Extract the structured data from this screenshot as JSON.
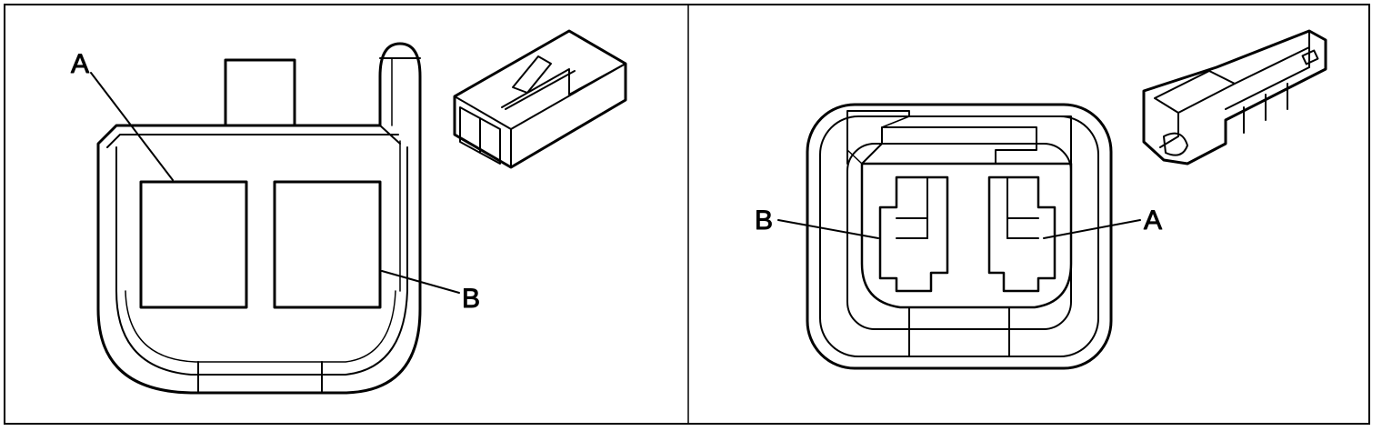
{
  "panels": [
    {
      "callouts": [
        {
          "label": "A"
        },
        {
          "label": "B"
        }
      ]
    },
    {
      "callouts": [
        {
          "label": "B"
        },
        {
          "label": "A"
        }
      ]
    }
  ]
}
